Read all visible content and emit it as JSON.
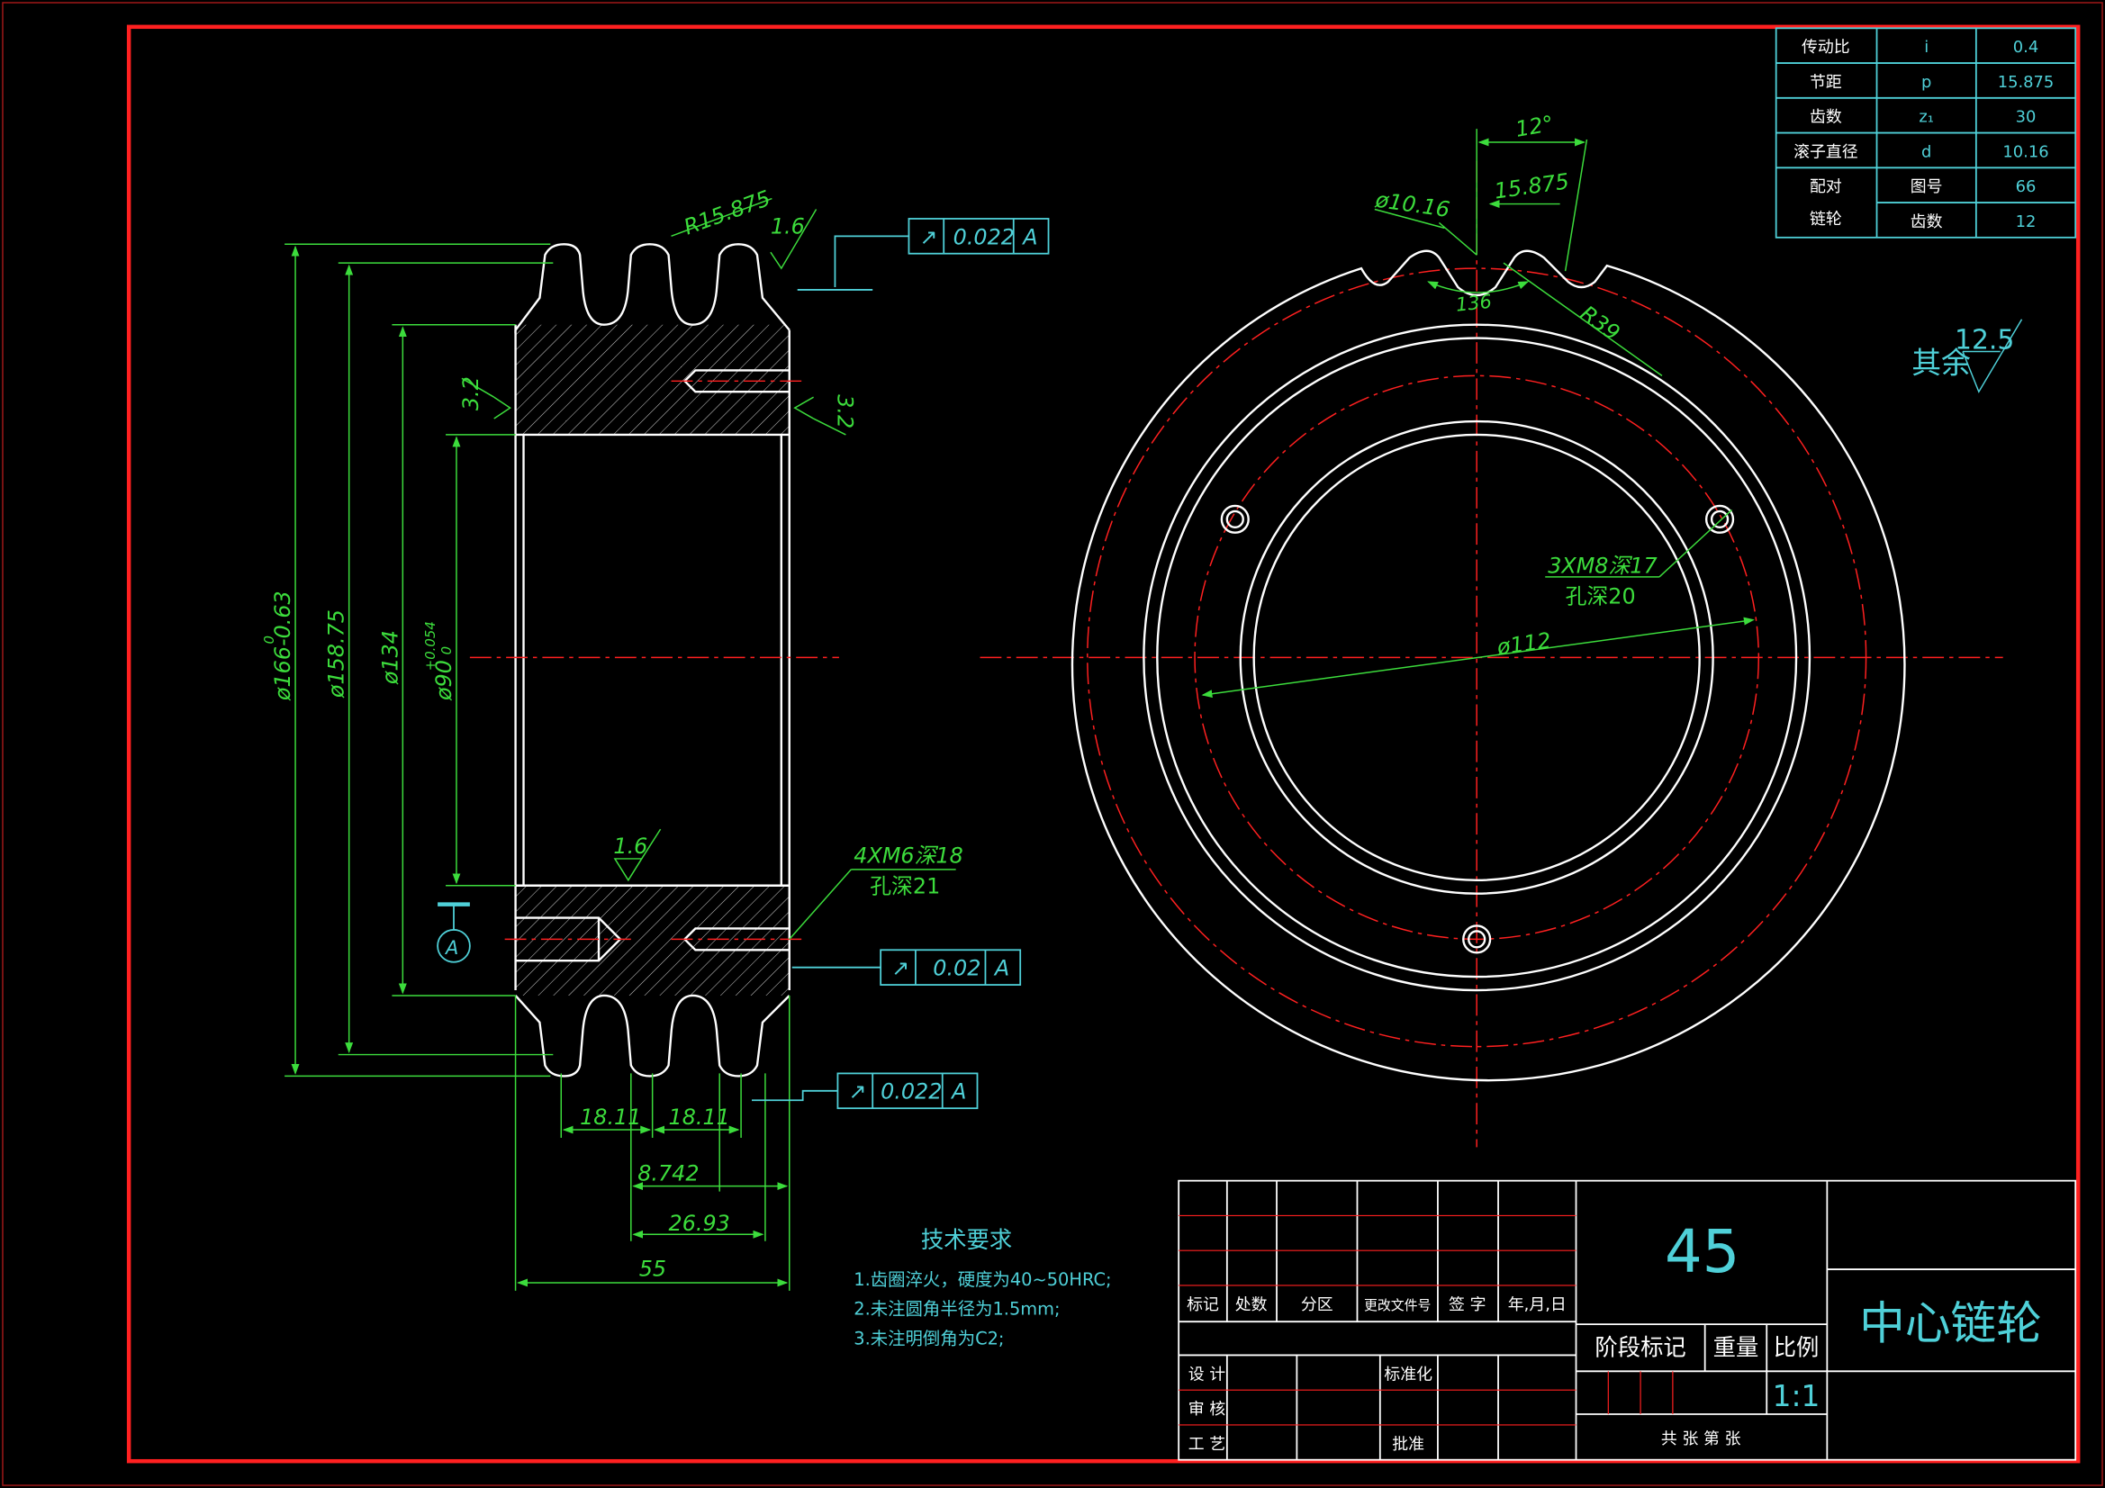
{
  "params_table": [
    {
      "name": "传动比",
      "symbol": "i",
      "value": "0.4"
    },
    {
      "name": "节距",
      "symbol": "p",
      "value": "15.875"
    },
    {
      "name": "齿数",
      "symbol": "z₁",
      "value": "30"
    },
    {
      "name": "滚子直径",
      "symbol": "d",
      "value": "10.16"
    },
    {
      "name": "配对",
      "symbol": "图号",
      "value": "66"
    },
    {
      "name": "链轮",
      "symbol": "齿数",
      "value": "12"
    }
  ],
  "section_view": {
    "dims": {
      "r_tooth": "R15.875",
      "d_outer": "ø166-0.63",
      "d_outer_tol": "0",
      "d_pitch": "ø158.75",
      "d_hub": "ø134",
      "d_bore": "ø90",
      "d_bore_tol_upper": "+0.054",
      "d_bore_tol_lower": "0",
      "pitch_left": "18.11",
      "pitch_right": "18.11",
      "dim_8742": "8.742",
      "dim_2693": "26.93",
      "dim_55": "55"
    },
    "roughness": {
      "top": "1.6",
      "left": "3.2",
      "right": "3.2",
      "bore": "1.6"
    },
    "tolerances": {
      "runout_top": {
        "symbol": "↗",
        "value": "0.022",
        "datum": "A"
      },
      "runout_mid": {
        "symbol": "↗",
        "value": "0.02",
        "datum": "A"
      },
      "runout_bottom": {
        "symbol": "↗",
        "value": "0.022",
        "datum": "A"
      }
    },
    "datum_label": "A",
    "hole_note": [
      "4XM6深18",
      "孔深21"
    ]
  },
  "front_view": {
    "angle_12": "12°",
    "roller_d": "ø10.16",
    "pitch": "15.875",
    "angle_136": "136",
    "r39": "R39",
    "hole_note": [
      "3XM8深17",
      "孔深20"
    ],
    "bolt_circle": "ø112",
    "roughness_rest_label": "其余",
    "roughness_rest_value": "12.5"
  },
  "tech_requirements": {
    "title": "技术要求",
    "items": [
      "1.齿圈淬火，硬度为40~50HRC;",
      "2.未注圆角半径为1.5mm;",
      "3.未注明倒角为C2;"
    ]
  },
  "title_block": {
    "material": "45",
    "part_name": "中心链轮",
    "revision_headers": [
      "标记",
      "处数",
      "分区",
      "更改文件号",
      "签 字",
      "年,月,日"
    ],
    "roles": [
      "设 计",
      "审 核",
      "工 艺"
    ],
    "standard": "标准化",
    "approve": "批准",
    "stage_label": "阶段标记",
    "weight_label": "重量",
    "scale_label": "比例",
    "scale_value": "1:1",
    "sheets_label": "共     张    第     张"
  },
  "colors": {
    "background": "#000000",
    "frame": "#ff2020",
    "geometry": "#ffffff",
    "dimension": "#3cdc3c",
    "annotation": "#4fd0d8",
    "centerline": "#ff2020"
  }
}
